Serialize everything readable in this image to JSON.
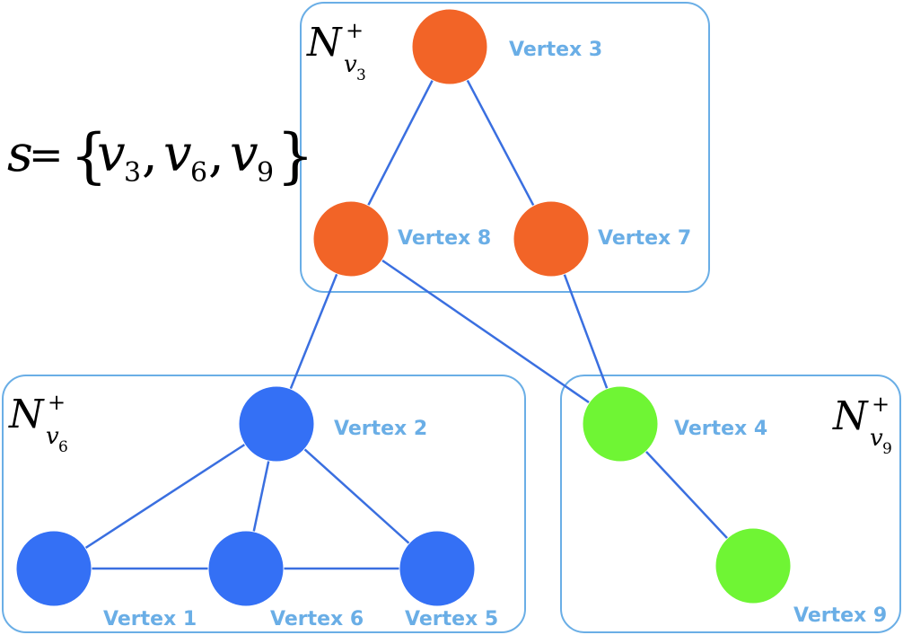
{
  "set_expression": {
    "lhs": "s",
    "equals": "=",
    "open_brace": "{",
    "close_brace": "}",
    "comma": ",",
    "elements": [
      {
        "base": "v",
        "sub": "3"
      },
      {
        "base": "v",
        "sub": "6"
      },
      {
        "base": "v",
        "sub": "9"
      }
    ]
  },
  "groups": [
    {
      "id": "n-v3",
      "label": {
        "base": "N",
        "sup": "+",
        "sub_base": "v",
        "sub_index": "3"
      }
    },
    {
      "id": "n-v6",
      "label": {
        "base": "N",
        "sup": "+",
        "sub_base": "v",
        "sub_index": "6"
      }
    },
    {
      "id": "n-v9",
      "label": {
        "base": "N",
        "sup": "+",
        "sub_base": "v",
        "sub_index": "9"
      }
    }
  ],
  "vertices": [
    {
      "id": "v3",
      "label": "Vertex 3",
      "color": "#f26427"
    },
    {
      "id": "v8",
      "label": "Vertex 8",
      "color": "#f26427"
    },
    {
      "id": "v7",
      "label": "Vertex 7",
      "color": "#f26427"
    },
    {
      "id": "v2",
      "label": "Vertex 2",
      "color": "#3470f5"
    },
    {
      "id": "v1",
      "label": "Vertex 1",
      "color": "#3470f5"
    },
    {
      "id": "v6",
      "label": "Vertex 6",
      "color": "#3470f5"
    },
    {
      "id": "v5",
      "label": "Vertex 5",
      "color": "#3470f5"
    },
    {
      "id": "v4",
      "label": "Vertex 4",
      "color": "#6ff534"
    },
    {
      "id": "v9",
      "label": "Vertex 9",
      "color": "#6ff534"
    }
  ],
  "edges": [
    [
      "v3",
      "v8"
    ],
    [
      "v3",
      "v7"
    ],
    [
      "v8",
      "v2"
    ],
    [
      "v8",
      "v4"
    ],
    [
      "v7",
      "v4"
    ],
    [
      "v2",
      "v1"
    ],
    [
      "v2",
      "v6"
    ],
    [
      "v2",
      "v5"
    ],
    [
      "v1",
      "v6"
    ],
    [
      "v6",
      "v5"
    ],
    [
      "v4",
      "v9"
    ]
  ],
  "colors": {
    "edge": "#3a6fe0",
    "box_border": "#6aaee6",
    "vertex_label": "#6aaee6",
    "math_text": "#000000"
  }
}
